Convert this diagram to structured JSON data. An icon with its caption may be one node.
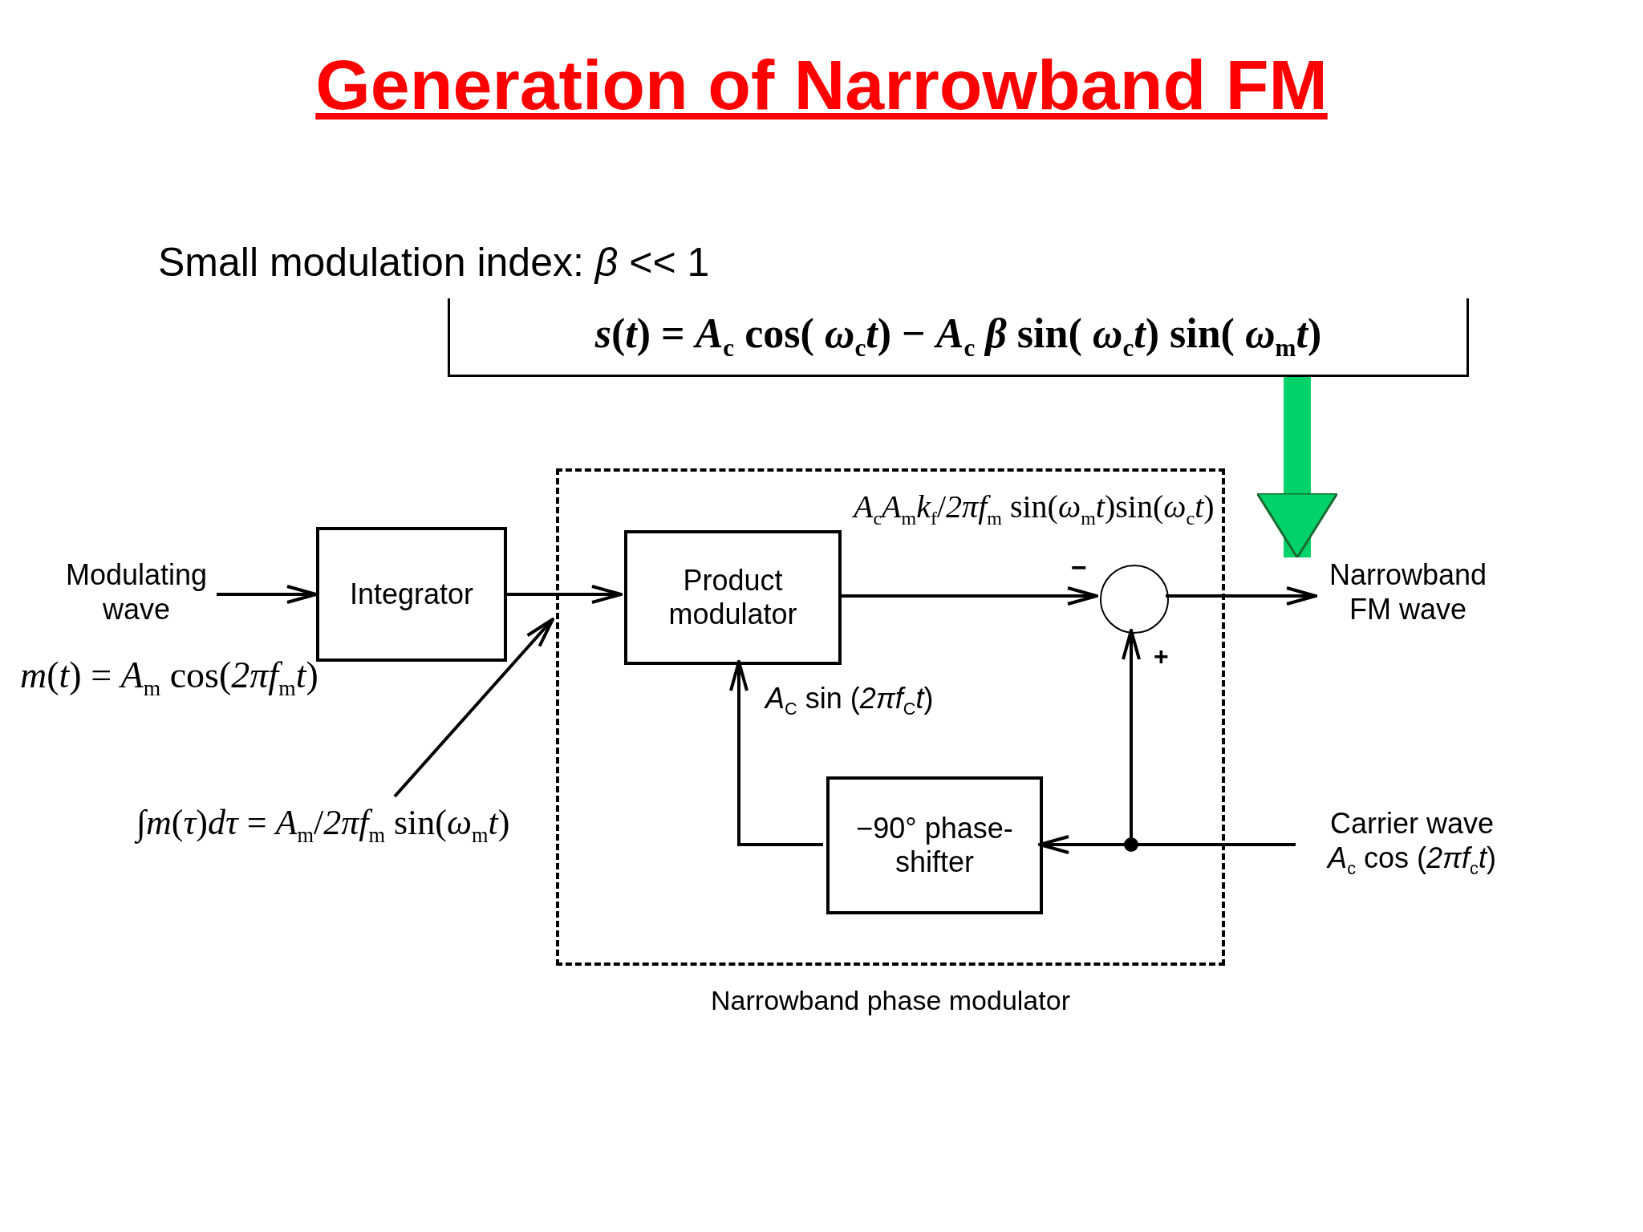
{
  "diagram": {
    "title": "Generation of Narrowband FM",
    "nodes": [
      {
        "text": [
          "*s*(*t*) = *A*$_{c}$ cos( *ω*$_{c}$*t*) − *A*$_{c}$ *β* sin( *ω*$_{c}$*t*) sin( *ω*$_{m}$*t*)"
        ]
      },
      {
        "text": [
          "Modulating wave"
        ]
      },
      {
        "text": [
          "Integrator"
        ]
      },
      {
        "text": [
          "Narrowband phase modulator"
        ]
      },
      {
        "text": [
          "Product modulator"
        ],
        "in": 3
      },
      {
        "text": [],
        "shape": "circle",
        "in": 3
      },
      {
        "text": [
          "Narrowband FM wave"
        ]
      },
      {
        "text": [
          "−90° phase-shifter"
        ],
        "in": 3
      },
      {
        "text": [
          "Carrier wave",
          "*A*$_{c}$ cos (*2πf*$_{c}$*t*)"
        ]
      },
      {
        "text": [
          "∫*m*(*τ*)*dτ* = *A*$_{m}$/*2πf*$_{m}$ sin(*ω*$_{m}$*t*)"
        ]
      }
    ],
    "edges": [
      {
        "from": 1,
        "to": 2,
        "arrow": "to"
      },
      {
        "from": 2,
        "to": 4,
        "arrow": "to"
      },
      {
        "from": 4,
        "to": 5,
        "arrow": "to",
        "label": "*A*$_{c}$*A*$_{m}$*k*$_{f}$/*2πf*$_{m}$ sin(*ω*$_{m}$*t*)sin(*ω*$_{c}$*t*)"
      },
      {
        "from": 5,
        "to": 6,
        "arrow": "to"
      },
      {
        "from": 8,
        "to": 7,
        "arrow": "to"
      },
      {
        "from": 8,
        "to": 5,
        "arrow": "to"
      },
      {
        "from": 7,
        "to": 4,
        "arrow": "to",
        "label": "*A*$_{C}$ sin (*2πf*$_{C}$*t*)"
      },
      {
        "from": 0,
        "to": 6,
        "arrow": "to",
        "style": "thick",
        "color": "#00d26a"
      },
      {
        "from": 9,
        "to": 3,
        "arrow": "to"
      }
    ],
    "labels": [
      "Small modulation index: *β* << 1",
      "*m*(*t*) = *A*$_{m}$ cos(*2πf*$_{m}$*t*)",
      "−",
      "+"
    ]
  }
}
